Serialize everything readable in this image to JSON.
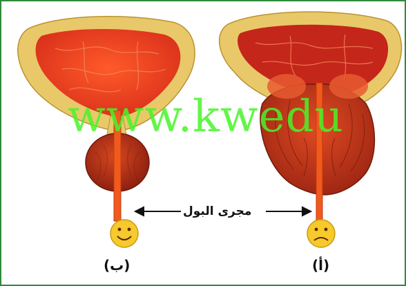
{
  "urethra_label": "مجرى البول",
  "panel_b_label": "(ب)",
  "panel_a_label": "(أ)",
  "watermark": "www.kwedu",
  "colors": {
    "frame_border": "#2e8b3a",
    "bladder_wall": "#e9c86a",
    "bladder_wall_stroke": "#b8922f",
    "bladder_inner": "#e8401c",
    "prostate": "#b8321a",
    "urethra": "#f05a1c",
    "face": "#f6c92c",
    "watermark": "#46f528"
  }
}
